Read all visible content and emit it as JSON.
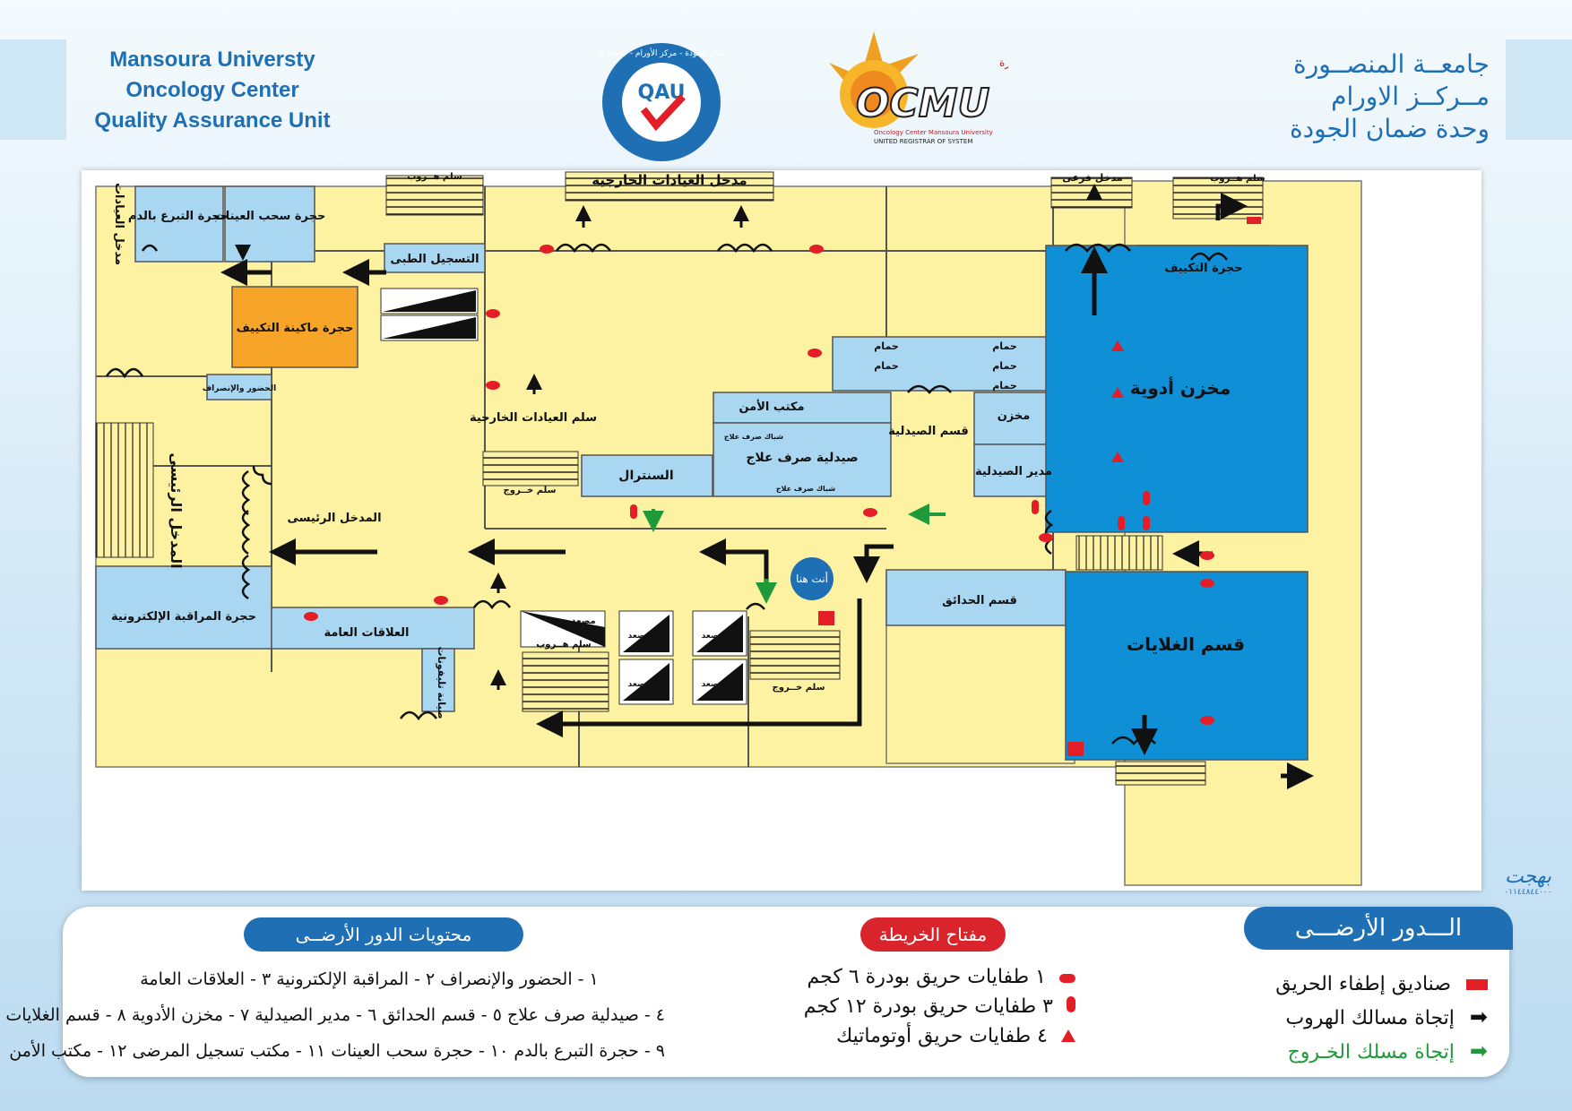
{
  "header": {
    "en_lines": [
      "Mansoura Universty",
      "Oncology Center",
      "Quality Assurance Unit"
    ],
    "ar_lines": [
      "جامعــة المنصــورة",
      "مــركــز الاورام",
      "وحدة ضمان الجودة"
    ],
    "qau_logo": {
      "text": "QAU",
      "ring_text": "وحدة ضمان الجودة - مركز الأورام - جامعة المنصورة"
    },
    "ocmu_logo": {
      "text": "OCMU",
      "ar_text": "مركز الأورام جامعة المنصورة",
      "sub1": "Oncology Center Mansoura University",
      "sub2": "UNITED REGISTRAR OF SYSTEM"
    }
  },
  "colors": {
    "corridor": "#fcf2a2",
    "room_light": "#a9d6f1",
    "room_orange": "#f7a529",
    "room_blue": "#0f8fd6",
    "wall": "#555555",
    "fire": "#e41e26",
    "escape": "#111111",
    "exit": "#1f9a3a",
    "pill_blue": "#1f6fb5",
    "pill_red": "#d9242c"
  },
  "map": {
    "rooms": {
      "r_entrance_clinics": "مدخل العيادات",
      "r_blood_donation": "حجرة التبرع بالدم",
      "r_sample": "حجرة سحب العينات",
      "r_escape1": "سلم هــروب",
      "r_medical_reg": "التسجيل الطبى",
      "r_outpatient_entrance": "مدخل العيادات الخارجية",
      "r_branch_entrance": "مدخل فرعى",
      "r_escape2": "سلم هــروب",
      "r_ac_room2": "حجرة التكييف",
      "r_ac_machine": "حجرة ماكينة التكييف",
      "r_elev1": "مصعد",
      "r_elev2": "مصعد",
      "r_attendance": "الحضور والإنصراف",
      "r_main_entrance_v": "المدخل الرئيسى",
      "r_wc1": "حمام",
      "r_wc2": "حمام",
      "r_wc3": "حمام",
      "r_wc4": "حمام",
      "r_wc5": "حمام",
      "r_security": "مكتب الأمن",
      "r_pharmacy_disp": "صيدلية صرف علاج",
      "r_win1": "شباك صرف علاج",
      "r_win2": "شباك صرف علاج",
      "r_pharmacy_dept": "قسم الصيدلية",
      "r_store": "مخزن",
      "r_pharm_manager": "مدير الصيدلية",
      "r_drug_store": "مخزن أدوية",
      "r_outpatient_stair": "سلم العيادات الخارجية",
      "r_exit_stair1": "سلم خــروج",
      "r_central": "السنترال",
      "r_main_entrance": "المدخل الرئيسى",
      "r_you_are_here": "أنت هنا",
      "r_garden": "قسم الحدائق",
      "r_boilers": "قسم الغلايات",
      "r_cctv": "حجرة المراقبة الإلكترونية",
      "r_pr": "العلاقات العامة",
      "r_phone_maint": "صيانة تليفونات",
      "r_elev3": "مصعد",
      "r_escape3": "سلم هــروب",
      "r_elev4": "مصعد",
      "r_elev5": "مصعد",
      "r_elev6": "مصعد",
      "r_elev7": "مصعد",
      "r_exit_stair2": "سلم خــروج"
    }
  },
  "signature": {
    "text": "بهجت",
    "phone": "٠١١٤٤٨٤٤٠٠٠"
  },
  "legend": {
    "contents_title": "محتويات الدور الأرضــى",
    "contents_lines": [
      "١ - الحضور والإنصراف   ٢ - المراقبة الإلكترونية   ٣ - العلاقات العامة",
      "٤ - صيدلية صرف علاج   ٥ - قسم الحدائق   ٦ - مدير الصيدلية   ٧ - مخزن الأدوية   ٨ - قسم الغلايات",
      "٩ - حجرة التبرع بالدم   ١٠ - حجرة سحب العينات   ١١ - مكتب تسجيل المرضى   ١٢ - مكتب الأمن"
    ],
    "key_title": "مفتاح الخريطة",
    "key_items": [
      "١ طفايات حريق بودرة ٦ كجم",
      "٣ طفايات حريق بودرة ١٢ كجم",
      "٤ طفايات حريق أوتوماتيك"
    ],
    "floor_title": "الـــدور الأرضـــى",
    "floor_items": [
      {
        "label": "صناديق إطفاء الحريق",
        "color": "#e41e26"
      },
      {
        "label": "إتجاة مسالك الهروب",
        "color": "#111111"
      },
      {
        "label": "إتجاة مسلك الخـروج",
        "color": "#1f9a3a"
      }
    ]
  }
}
